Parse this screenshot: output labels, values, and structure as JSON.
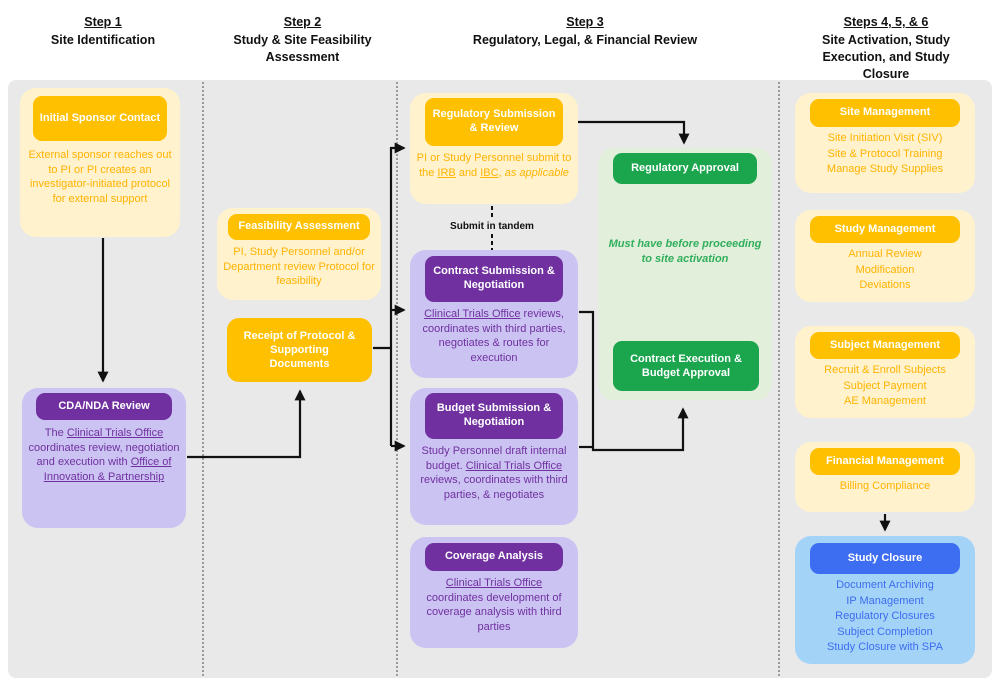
{
  "columns": [
    {
      "step": "Step 1",
      "title": "Site Identification"
    },
    {
      "step": "Step 2",
      "title": "Study & Site Feasibility Assessment"
    },
    {
      "step": "Step 3",
      "title": "Regulatory, Legal, & Financial Review"
    },
    {
      "step": "Steps 4, 5, & 6",
      "title": "Site Activation, Study Execution, and Study Closure"
    }
  ],
  "boxes": {
    "initial_sponsor": {
      "title": "Initial Sponsor Contact",
      "body": [
        {
          "t": "External sponsor reaches out to PI or PI creates an investigator-initiated protocol for external support"
        }
      ]
    },
    "cda_nda": {
      "title": "CDA/NDA Review",
      "body": [
        {
          "t": "The "
        },
        {
          "t": "Clinical Trials Office",
          "u": true
        },
        {
          "t": " coordinates review, negotiation and execution with "
        },
        {
          "t": "Office of Innovation & Partnership",
          "u": true
        }
      ]
    },
    "feasibility": {
      "title": "Feasibility Assessment",
      "body": [
        {
          "t": "PI, Study Personnel and/or Department review Protocol for feasibility"
        }
      ]
    },
    "receipt": {
      "title": "Receipt of Protocol & Supporting Documents"
    },
    "regulatory_submission": {
      "title": "Regulatory Submission & Review",
      "body": [
        {
          "t": "PI or Study Personnel submit to the "
        },
        {
          "t": "IRB",
          "u": true
        },
        {
          "t": " and "
        },
        {
          "t": "IBC",
          "u": true
        },
        {
          "t": ", "
        },
        {
          "t": "as applicable",
          "i": true
        }
      ]
    },
    "contract_submission": {
      "title": "Contract Submission & Negotiation",
      "body": [
        {
          "t": "Clinical Trials Office",
          "u": true
        },
        {
          "t": " reviews, coordinates with third parties, negotiates & routes for execution"
        }
      ]
    },
    "budget_submission": {
      "title": "Budget Submission & Negotiation",
      "body": [
        {
          "t": "Study Personnel draft internal budget. "
        },
        {
          "t": "Clinical Trials Office",
          "u": true
        },
        {
          "t": " reviews, coordinates with third parties, & negotiates"
        }
      ]
    },
    "coverage_analysis": {
      "title": "Coverage Analysis",
      "body": [
        {
          "t": "Clinical Trials Office",
          "u": true
        },
        {
          "t": " coordinates development of coverage analysis with third parties"
        }
      ]
    },
    "regulatory_approval": {
      "title": "Regulatory Approval"
    },
    "contract_execution": {
      "title": "Contract Execution & Budget Approval"
    },
    "site_management": {
      "title": "Site Management",
      "lines": "Site Initiation Visit (SIV)\nSite & Protocol Training\nManage Study Supplies"
    },
    "study_management": {
      "title": "Study Management",
      "lines": "Annual Review\nModification\nDeviations"
    },
    "subject_management": {
      "title": "Subject Management",
      "lines": "Recruit & Enroll Subjects\nSubject Payment\nAE Management"
    },
    "financial_management": {
      "title": "Financial Management",
      "lines": "Billing Compliance"
    },
    "study_closure": {
      "title": "Study Closure",
      "lines": "Document Archiving\nIP Management\nRegulatory Closures\nSubject Completion\nStudy Closure with SPA"
    }
  },
  "annotations": {
    "submit_in_tandem": "Submit in tandem",
    "must_have_note": "Must have before proceeding to site activation"
  },
  "colors": {
    "gold": "#FFC000",
    "cream": "#FFF2CC",
    "gold-text": "#FFB302",
    "purple": "#7030A0",
    "lavender": "#CBC3F2",
    "green": "#1BA64E",
    "light-green": "#E2EFDA",
    "green-text": "#2FAF5C",
    "blue": "#3D6DF0",
    "light-blue": "#A4D3F8",
    "panel": "#E9E9E9"
  }
}
